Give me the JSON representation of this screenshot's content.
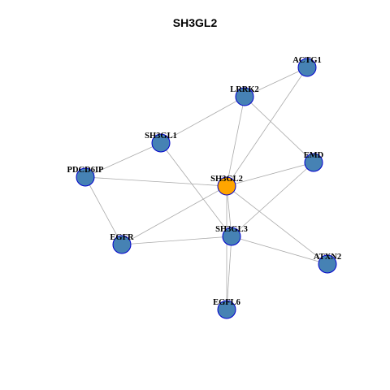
{
  "title": "SH3GL2",
  "colors": {
    "center_fill": "#FFA500",
    "node_fill": "#4682B4",
    "node_stroke": "#0000CD",
    "edge": "#AAAAAA"
  },
  "nodes": [
    {
      "id": "SH3GL2",
      "label": "SH3GL2",
      "center": true
    },
    {
      "id": "ACTG1",
      "label": "ACTG1"
    },
    {
      "id": "LRRK2",
      "label": "LRRK2"
    },
    {
      "id": "SH3GL1",
      "label": "SH3GL1"
    },
    {
      "id": "EMD",
      "label": "EMD"
    },
    {
      "id": "PDCD6IP",
      "label": "PDCD6IP"
    },
    {
      "id": "SH3GL3",
      "label": "SH3GL3"
    },
    {
      "id": "EGFR",
      "label": "EGFR"
    },
    {
      "id": "ATXN2",
      "label": "ATXN2"
    },
    {
      "id": "EGFL6",
      "label": "EGFL6"
    }
  ],
  "edges": [
    [
      "LRRK2",
      "ACTG1"
    ],
    [
      "ACTG1",
      "SH3GL2"
    ],
    [
      "LRRK2",
      "SH3GL1"
    ],
    [
      "LRRK2",
      "SH3GL2"
    ],
    [
      "LRRK2",
      "EMD"
    ],
    [
      "SH3GL1",
      "PDCD6IP"
    ],
    [
      "SH3GL1",
      "SH3GL3"
    ],
    [
      "PDCD6IP",
      "SH3GL2"
    ],
    [
      "PDCD6IP",
      "EGFR"
    ],
    [
      "EMD",
      "SH3GL2"
    ],
    [
      "EMD",
      "SH3GL3"
    ],
    [
      "SH3GL2",
      "EGFR"
    ],
    [
      "SH3GL2",
      "SH3GL3"
    ],
    [
      "SH3GL2",
      "ATXN2"
    ],
    [
      "SH3GL2",
      "EGFL6"
    ],
    [
      "EGFR",
      "SH3GL3"
    ],
    [
      "SH3GL3",
      "ATXN2"
    ],
    [
      "SH3GL3",
      "EGFL6"
    ]
  ]
}
